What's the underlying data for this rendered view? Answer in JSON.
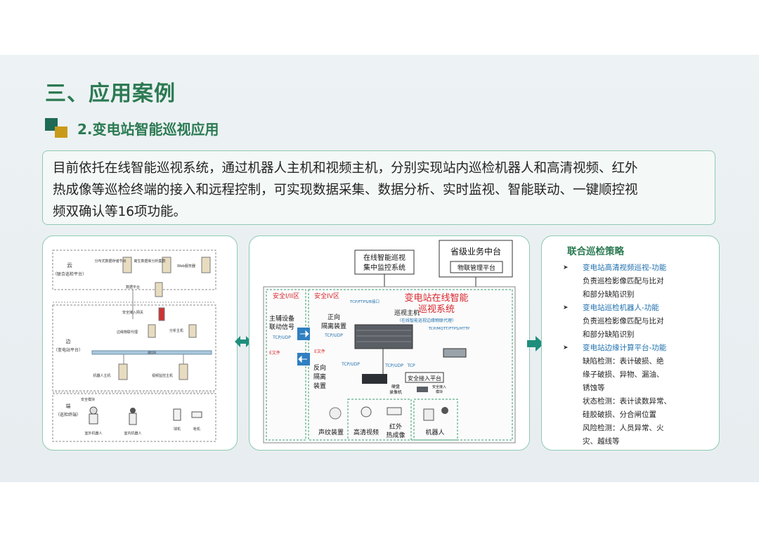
{
  "header": {
    "title": "三、应用案例",
    "subtitle": "2.变电站智能巡视应用"
  },
  "description": {
    "lines": [
      "目前依托在线智能巡视系统，通过机器人主机和视频主机，分别实现站内巡检机器人和高清视频、红外",
      "热成像等巡检终端的接入和远程控制，可实现数据采集、数据分析、实时监视、智能联动、一键顺控视",
      "频双确认等16项功能。"
    ]
  },
  "left_diagram": {
    "cloud_label": "云",
    "cloud_sub": "（联合巡检平台）",
    "cloud_nodes": [
      "分布式数据存储节点",
      "离生数据库分析集群",
      "Web服务器"
    ],
    "data_platform": "数据平台",
    "gateway": "安全接入网关",
    "edge_agent": "边缘物联代理",
    "analysis_host": "分析主机",
    "station_label": "边",
    "station_sub": "（变电站平台）",
    "bus_label": "通信网",
    "robot_host": "机器人主机",
    "video_host": "视频监控主机",
    "terminal_label": "端",
    "terminal_sub": "（巡检终端）",
    "security_module": "安全模块",
    "devices": [
      "室外机器人",
      "室内机器人",
      "球机",
      "枪机"
    ]
  },
  "center_diagram": {
    "central_system": "在线智能巡视集中监控系统",
    "central_system_l1": "在线智能巡视",
    "central_system_l2": "集中监控系统",
    "provincial_platform": "省级业务中台",
    "iot_platform": "物联管理平台",
    "zone_a": "安全I/II区",
    "zone_b": "安全IV区",
    "system_title_l1": "变电站在线智能",
    "system_title_l2": "巡视系统",
    "aux_signal_l1": "主辅设备",
    "aux_signal_l2": "联动信号",
    "forward_l1": "正向",
    "forward_l2": "隔离装置",
    "reverse_l1": "反向",
    "reverse_l2": "隔离",
    "reverse_l3": "装置",
    "proto_top": "TCP/FTPS/B接口",
    "patrol_host": "巡视主机",
    "patrol_host_sub": "（在线智能巡视边缘物联代理）",
    "proto_right": "TCP/MQTT/FTPS/HTTP",
    "tcp_udp": "TCP/UDP",
    "e_file_1": "E文件",
    "e_file_2": "E文件",
    "tcp": "TCP",
    "nvr_l1": "硬盘",
    "nvr_l2": "录像机",
    "secure_access": "安全接入平台",
    "secure_module_l1": "安全接入",
    "secure_module_l2": "模块",
    "voiceprint": "声纹装置",
    "hd_video": "高清视频",
    "ir_l1": "红外",
    "ir_l2": "热成像",
    "robot": "机器人"
  },
  "strategy": {
    "title": "联合巡检策略",
    "items": [
      {
        "heading": "变电站高清视频巡视-功能",
        "lines": [
          "负责巡检影像匹配与比对",
          "和部分缺陷识别"
        ]
      },
      {
        "heading": "变电站巡检机器人-功能",
        "lines": [
          "负责巡检影像匹配与比对",
          "和部分缺陷识别"
        ]
      },
      {
        "heading": "变电站边缘计算平台-功能",
        "lines": [
          "缺陷检测：表计破损、绝",
          "缘子破损、异物、漏油、",
          "锈蚀等",
          "状态检测：表计读数异常、",
          "硅胶破损、分合闸位置",
          "风险检测：人员异常、火",
          "灾、越线等"
        ]
      }
    ]
  },
  "colors": {
    "accent_green": "#2b7a52",
    "panel_border": "#8fc9b4",
    "arrow_teal": "#1f8e7c",
    "red_title": "#d9262c",
    "blue_heading": "#1e6fae"
  }
}
